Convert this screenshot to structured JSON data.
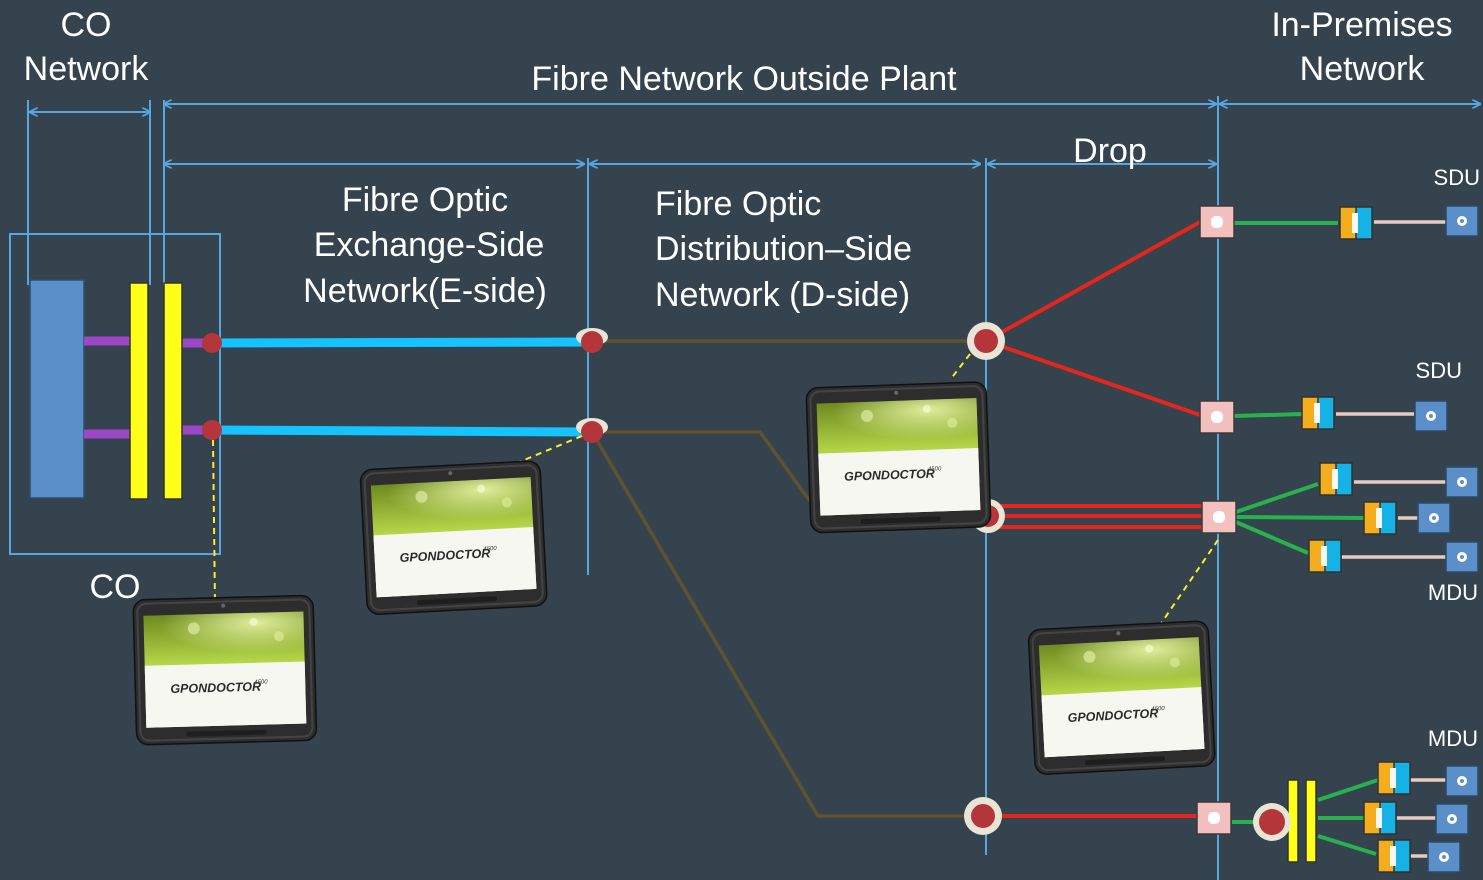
{
  "labels": {
    "co_network": [
      "CO",
      "Network"
    ],
    "outside_plant": "Fibre Network Outside Plant",
    "in_premises": [
      "In-Premises",
      "Network"
    ],
    "e_side": [
      "Fibre Optic",
      "Exchange-Side",
      "Network(E-side)"
    ],
    "d_side": [
      "Fibre Optic",
      "Distribution–Side",
      "Network (D-side)"
    ],
    "drop": "Drop",
    "co": "CO"
  },
  "premises": {
    "sdu_1": "SDU",
    "sdu_2": "SDU",
    "mdu_1": "MDU",
    "mdu_2": "MDU"
  },
  "device": {
    "brand": "GPONDOCTOR",
    "model": "4500",
    "icon": "tablet-tester-icon"
  },
  "colors": {
    "background": "#34434d",
    "dimension_lines": "#58a6de",
    "feeder_fiber": "#14c3ff",
    "distribution_fiber": "#5e5230",
    "drop_fiber": "#e5261d",
    "premises_fiber": "#27b24d",
    "patch_panel": "#ffff1a",
    "olt": "#5b8fc9",
    "splice": "#b4353a",
    "test_link": "#ffeb2a"
  }
}
